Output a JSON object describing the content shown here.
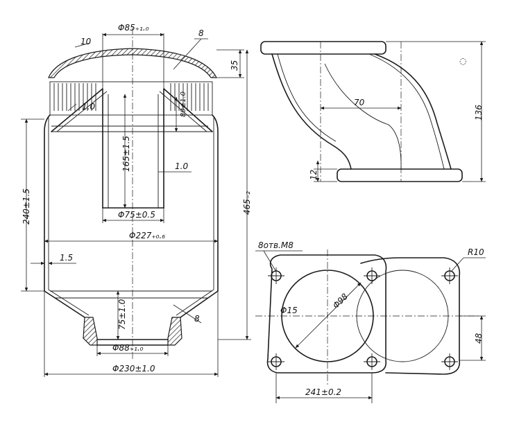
{
  "labels": {
    "dia_top": "Φ85₊₁.₀",
    "wall_10": "10",
    "wall_8_top": "8",
    "dim_35": "35",
    "wall_10_left": "1.0",
    "dim_80": "80±1.0",
    "dim_165": "165±1.5",
    "dim_240": "240±1.5",
    "wall_10_inner": "1.0",
    "dia_75": "Φ75±0.5",
    "dia_227": "Φ227₊₀.₆",
    "dim_465": "465₋₂",
    "wall_15": "1.5",
    "dim_75": "75±1.0",
    "wall_8_bottom": "8",
    "dia_88": "Φ88₊₁.₀",
    "dia_230": "Φ230±1.0",
    "dim_70": "70",
    "dim_136": "136",
    "dim_12": "12",
    "holes_note": "8отв.М8",
    "radius_r10": "R10",
    "dia_15": "Φ15",
    "dia_98": "Φ98",
    "dim_48": "48",
    "dim_241": "241±0.2"
  }
}
